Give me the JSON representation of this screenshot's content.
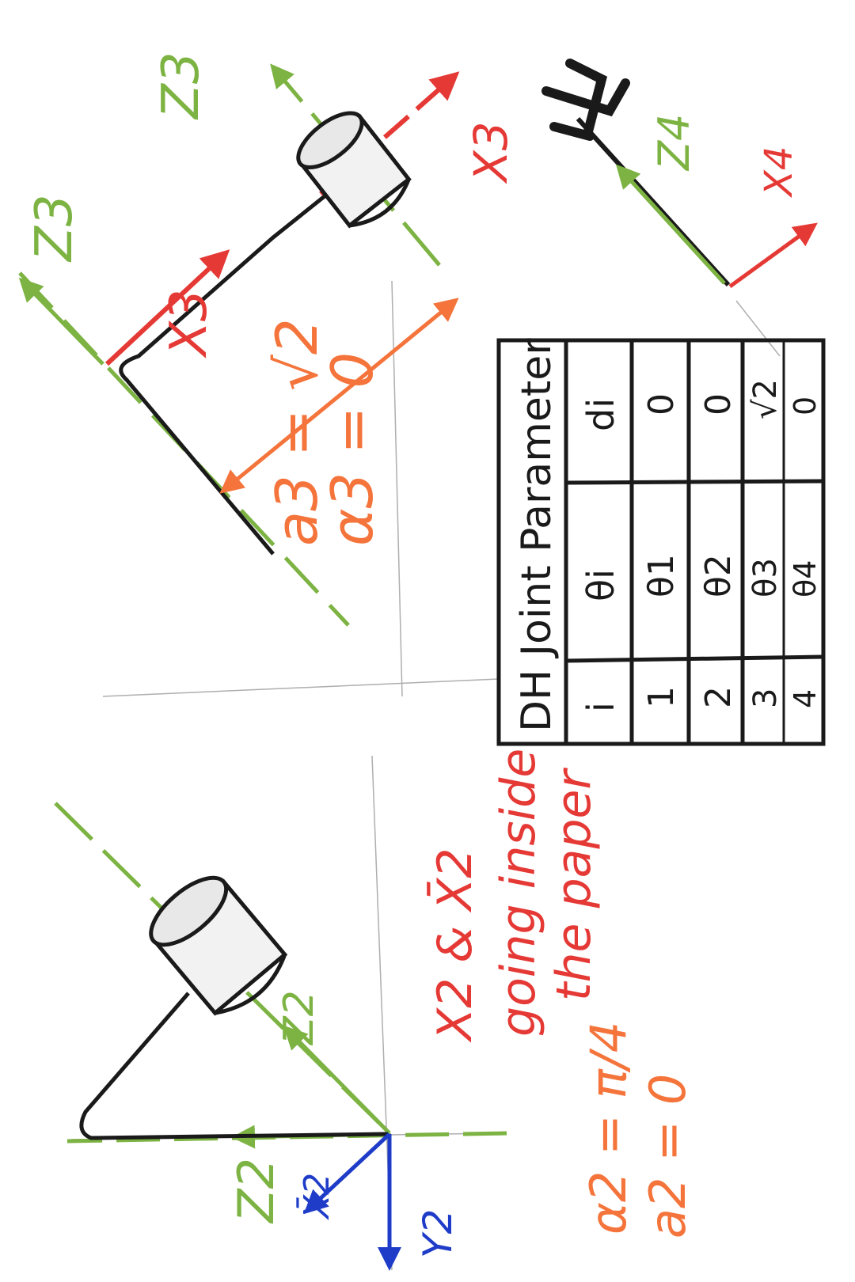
{
  "colors": {
    "ink": "#1a1a1a",
    "green": "#7cb342",
    "red": "#e53935",
    "orange": "#f4743b",
    "blue": "#1e3cc8",
    "pencil": "#9a9a9a"
  },
  "labels": {
    "z3_top": "Z3",
    "z3_left": "Z3",
    "x3_top": "X3",
    "x3_mid": "X3",
    "z4": "Z4",
    "x4": "X4",
    "a3": "a3 = √2",
    "alpha3": "α3 = 0",
    "z2_axis": "Z2",
    "z2_bottom": "Z2",
    "x2_bar": "X̄2",
    "y2": "Y2",
    "x2_note": "X2 & X̄2",
    "going_inside": "going inside",
    "the_paper": "the paper",
    "alpha2": "α2 = π/4",
    "a2": "a2 = 0"
  },
  "table": {
    "title": "DH Joint Parameter",
    "headers": [
      "i",
      "θi",
      "di"
    ],
    "rows": [
      [
        "1",
        "θ1",
        "0"
      ],
      [
        "2",
        "θ2",
        "0"
      ],
      [
        "3",
        "θ3",
        "√2"
      ],
      [
        "4",
        "θ4",
        "0"
      ]
    ]
  }
}
